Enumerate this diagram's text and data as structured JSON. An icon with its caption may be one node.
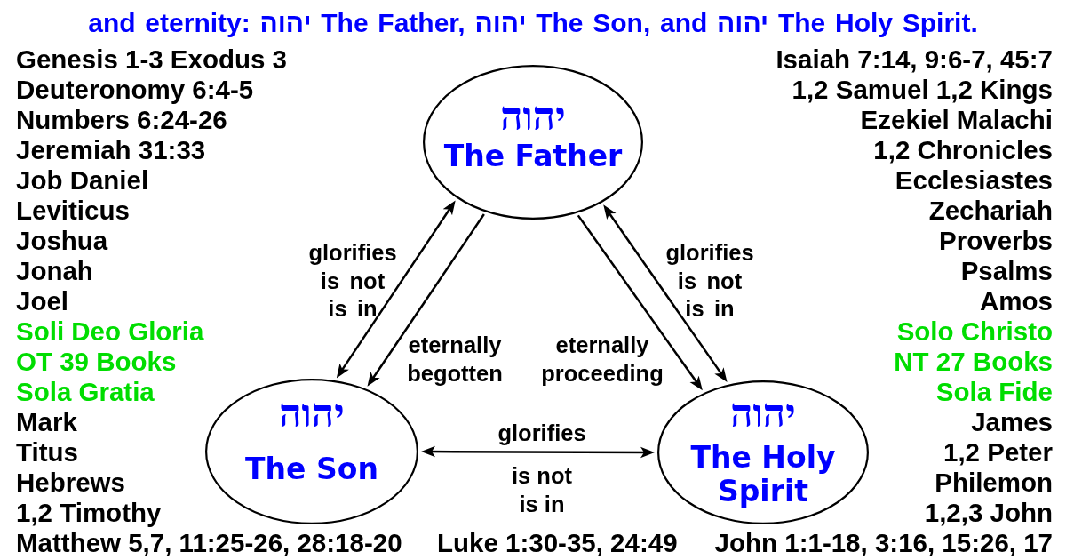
{
  "diagram": {
    "title": "and eternity: יהוה The Father, יהוה The Son, and יהוה The Holy Spirit.",
    "nodes": [
      {
        "text": [
          "יהוה",
          "The Father"
        ]
      },
      {
        "text": [
          "יהוה",
          "The Son"
        ]
      },
      {
        "text": [
          "יהוה",
          "The Holy Spirit"
        ]
      }
    ],
    "edges": [
      {
        "from": 0,
        "to": 1,
        "arrow": "both",
        "label": "glorifies is not is in"
      },
      {
        "from": 0,
        "to": 1,
        "arrow": "to",
        "label": "eternally begotten"
      },
      {
        "from": 0,
        "to": 2,
        "arrow": "to",
        "label": "eternally proceeding"
      },
      {
        "from": 0,
        "to": 2,
        "arrow": "both",
        "label": "glorifies is not is in"
      },
      {
        "from": 1,
        "to": 2,
        "arrow": "both",
        "label": "glorifies"
      }
    ],
    "labels": [
      "Genesis 1-3 Exodus 3",
      "Deuteronomy 6:4-5",
      "Numbers 6:24-26",
      "Jeremiah 31:33",
      "Job Daniel",
      "Leviticus",
      "Joshua",
      "Jonah",
      "Joel",
      "Soli Deo Gloria",
      "OT 39 Books",
      "Sola Gratia",
      "Mark",
      "Titus",
      "Hebrews",
      "1,2 Timothy",
      "Isaiah 7:14, 9:6-7, 45:7",
      "1,2 Samuel 1,2 Kings",
      "Ezekiel Malachi",
      "1,2 Chronicles",
      "Ecclesiastes",
      "Zechariah",
      "Proverbs",
      "Psalms",
      "Amos",
      "Solo Christo",
      "NT 27 Books",
      "Sola Fide",
      "James",
      "1,2 Peter",
      "Philemon",
      "1,2,3 John",
      "is not is in",
      "Matthew 5,7, 11:25-26, 28:18-20",
      "Luke 1:30-35, 24:49",
      "John 1:1-18, 3:16, 15:26, 17"
    ]
  }
}
